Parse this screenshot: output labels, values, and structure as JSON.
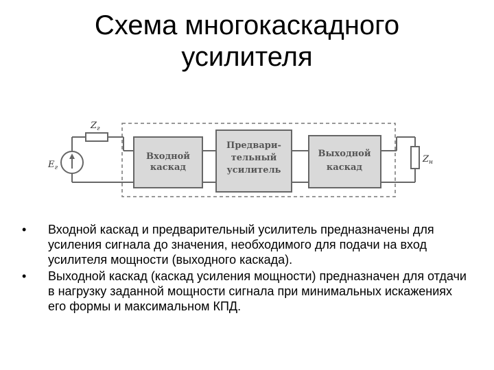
{
  "title": {
    "line1": "Схема многокаскадного",
    "line2": "усилителя"
  },
  "diagram": {
    "blocks": [
      {
        "line1": "Входной",
        "line2": "каскад"
      },
      {
        "line1": "Предвари-",
        "line2": "тельный",
        "line3": "усилитель"
      },
      {
        "line1": "Выходной",
        "line2": "каскад"
      }
    ],
    "symbols": {
      "source_impedance": {
        "base": "Z",
        "sub": "г"
      },
      "source_emf": {
        "base": "E",
        "sub": "г"
      },
      "load_impedance": {
        "base": "Z",
        "sub": "н"
      }
    },
    "colors": {
      "block_fill": "#d9d9d9",
      "line": "#666666"
    }
  },
  "bullets": {
    "marker": "•",
    "items": [
      "Входной каскад и предварительный усилитель предназначены для усиления сигнала до значения, необходимого для подачи на вход усилителя мощности (выходного каскада).",
      "Выходной каскад (каскад усиления мощности) предназначен для отдачи в нагрузку заданной мощности сигнала при минимальных искажениях его формы и максимальном КПД."
    ]
  }
}
